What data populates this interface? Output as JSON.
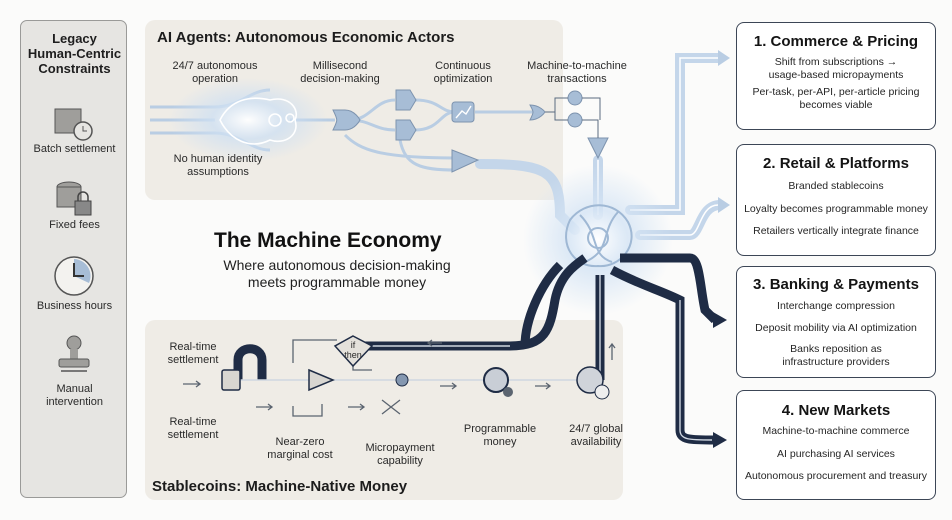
{
  "title": "The Machine Economy",
  "subtitle_lines": [
    "Where autonomous decision-making",
    "meets programmable money"
  ],
  "legacy": {
    "title_lines": [
      "Legacy",
      "Human-Centric",
      "Constraints"
    ],
    "items": [
      {
        "label": "Batch settlement",
        "icon": "box-stopwatch-icon"
      },
      {
        "label": "Fixed fees",
        "icon": "database-lock-icon"
      },
      {
        "label": "Business hours",
        "icon": "clock-icon"
      },
      {
        "label_lines": [
          "Manual",
          "intervention"
        ],
        "icon": "rubber-stamp-icon"
      }
    ]
  },
  "agents": {
    "title": "AI Agents: Autonomous Economic Actors",
    "labels": {
      "operation": [
        "24/7 autonomous",
        "operation"
      ],
      "decision": [
        "Millisecond",
        "decision-making"
      ],
      "optimization": [
        "Continuous",
        "optimization"
      ],
      "m2m": [
        "Machine-to-machine",
        "transactions"
      ],
      "identity": [
        "No human identity",
        "assumptions"
      ]
    }
  },
  "stablecoins": {
    "title": "Stablecoins: Machine-Native Money",
    "labels": {
      "realtime_top": [
        "Real-time",
        "settlement"
      ],
      "realtime_bottom": [
        "Real-time",
        "settlement"
      ],
      "marginal": [
        "Near-zero",
        "marginal cost"
      ],
      "micropayment": [
        "Micropayment",
        "capability"
      ],
      "programmable": [
        "Programmable",
        "money"
      ],
      "global": [
        "24/7 global",
        "availability"
      ],
      "if_then": [
        "if",
        "then"
      ]
    }
  },
  "outcomes": [
    {
      "title": "1. Commerce & Pricing",
      "points": [
        [
          "Shift from subscriptions →",
          "usage-based micropayments"
        ],
        [
          "Per-task, per-API, per-article pricing",
          "becomes viable"
        ]
      ]
    },
    {
      "title": "2. Retail & Platforms",
      "points": [
        [
          "Branded stablecoins"
        ],
        [
          "Loyalty becomes programmable money"
        ],
        [
          "Retailers vertically integrate finance"
        ]
      ]
    },
    {
      "title": "3. Banking & Payments",
      "points": [
        [
          "Interchange compression"
        ],
        [
          "Deposit mobility via AI optimization"
        ],
        [
          "Banks reposition as",
          "infrastructure providers"
        ]
      ]
    },
    {
      "title": "4. New Markets",
      "points": [
        [
          "Machine-to-machine commerce"
        ],
        [
          "AI purchasing AI services"
        ],
        [
          "Autonomous procurement and treasury"
        ]
      ]
    }
  ],
  "colors": {
    "ai_flow": "#b9cde3",
    "money_flow": "#1f2c45",
    "panel_bg": "#efece6",
    "legacy_bg": "#e6e5e2",
    "box_border": "#3c4656"
  }
}
